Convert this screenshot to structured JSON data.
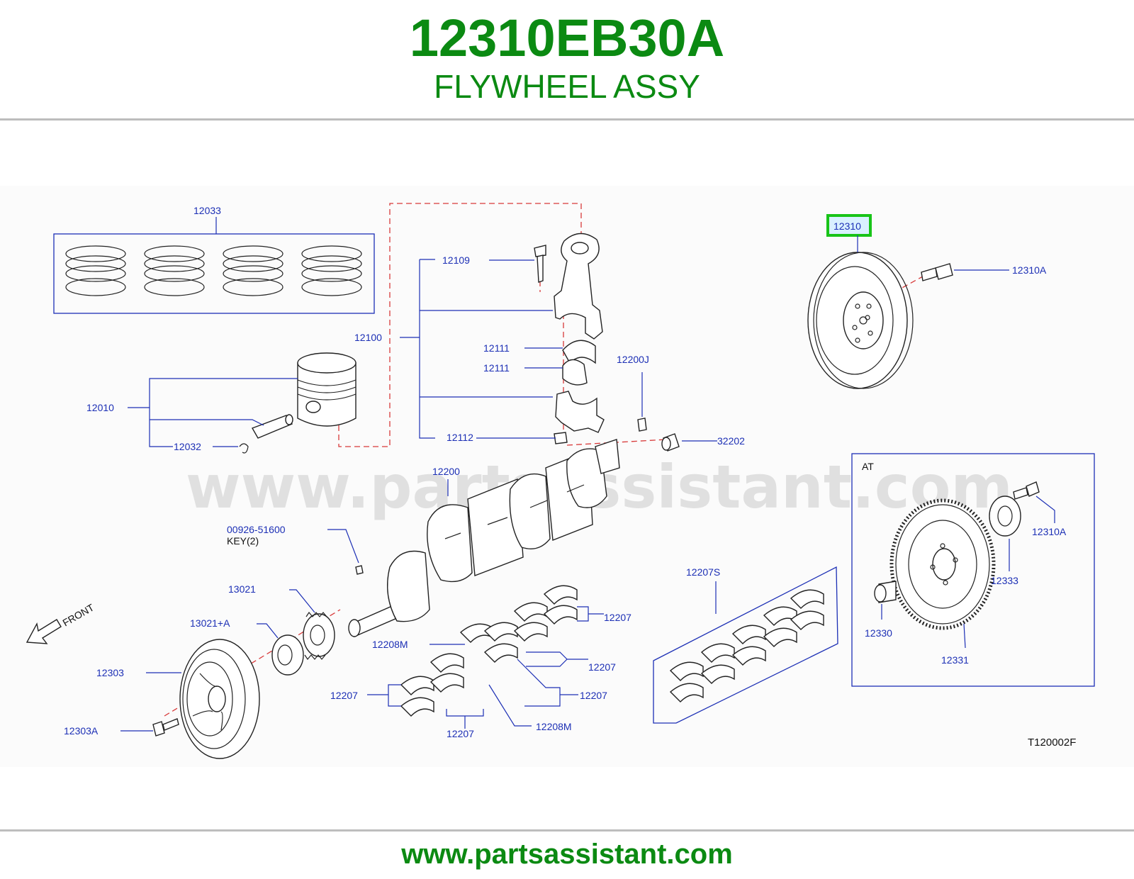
{
  "header": {
    "part_number": "12310EB30A",
    "part_name": "FLYWHEEL ASSY"
  },
  "watermark": "www.partsassistant.com",
  "footer": {
    "url": "www.partsassistant.com"
  },
  "diagram": {
    "code": "T120002F",
    "front_label": "FRONT",
    "at_box_label": "AT",
    "highlighted_callout": "12310",
    "callouts": {
      "c12033": "12033",
      "c12109": "12109",
      "c12100": "12100",
      "c12111_a": "12111",
      "c12111_b": "12111",
      "c12010": "12010",
      "c12032": "12032",
      "c12112": "12112",
      "c12200J": "12200J",
      "c32202": "32202",
      "c12200": "12200",
      "c00926": "00926-51600",
      "key2": "KEY(2)",
      "c13021": "13021",
      "c13021A": "13021+A",
      "c12303": "12303",
      "c12303A": "12303A",
      "c12207S": "12207S",
      "c12207_a": "12207",
      "c12208M_a": "12208M",
      "c12207_b": "12207",
      "c12207_c": "12207",
      "c12207_d": "12207",
      "c12207_e": "12207",
      "c12208M_b": "12208M",
      "c12310": "12310",
      "c12310A": "12310A",
      "c12310A_at": "12310A",
      "c12333": "12333",
      "c12330": "12330",
      "c12331": "12331"
    }
  },
  "colors": {
    "brand_green": "#0b8a12",
    "callout_blue": "#1c2fb5",
    "highlight_box": "#18c418",
    "highlight_fill": "#d9f0ff",
    "guide_red": "#d83a3a"
  }
}
